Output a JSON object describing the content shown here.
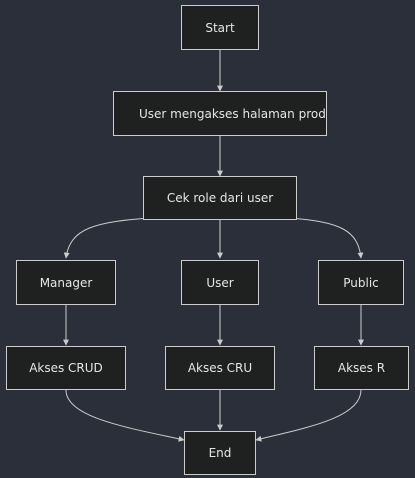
{
  "diagram": {
    "nodes": {
      "start": "Start",
      "user_access": "User mengakses halaman produk",
      "check_role": "Cek role dari user",
      "manager": "Manager",
      "user": "User",
      "public": "Public",
      "crud": "Akses CRUD",
      "cru": "Akses CRU",
      "r": "Akses R",
      "end": "End"
    },
    "colors": {
      "background": "#2b2f3a",
      "node_fill": "#1f2020",
      "node_border": "#cccccc",
      "text": "#e6e6e6",
      "edge": "#cccccc"
    }
  }
}
